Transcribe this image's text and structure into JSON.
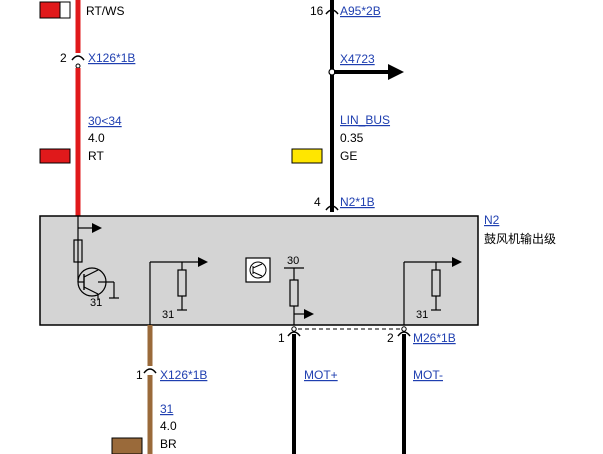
{
  "wires": {
    "top_left_color": "RT/WS",
    "left_upper": {
      "pin": "2",
      "connector": "X126*1B"
    },
    "left_mid": {
      "signal": "30<34",
      "size": "4.0",
      "color": "RT",
      "swatch": "#e0191b"
    },
    "top_right": {
      "pin": "16",
      "connector": "A95*2B"
    },
    "branch": {
      "connector": "X4723"
    },
    "right_mid": {
      "signal": "LIN_BUS",
      "size": "0.35",
      "color": "GE",
      "swatch": "#ffe600"
    },
    "right_lower": {
      "pin": "4",
      "connector": "N2*1B"
    },
    "bottom_left": {
      "pin": "1",
      "connector": "X126*1B",
      "signal": "31",
      "size": "4.0",
      "color": "BR",
      "swatch": "#9a6a3a"
    },
    "mot_plus": {
      "pin": "1",
      "signal": "MOT+"
    },
    "mot_minus": {
      "pin": "2",
      "connector": "M26*1B",
      "signal": "MOT-"
    }
  },
  "module": {
    "id": "N2",
    "name": "鼓风机输出级",
    "ground_a": "31",
    "ground_b": "31",
    "ground_c": "31",
    "supply": "30"
  },
  "colors": {
    "red": "#e0191b",
    "black": "#000000",
    "brown": "#9a6a3a",
    "module_fill": "#d4d4d4",
    "link": "#1f3fb0"
  }
}
